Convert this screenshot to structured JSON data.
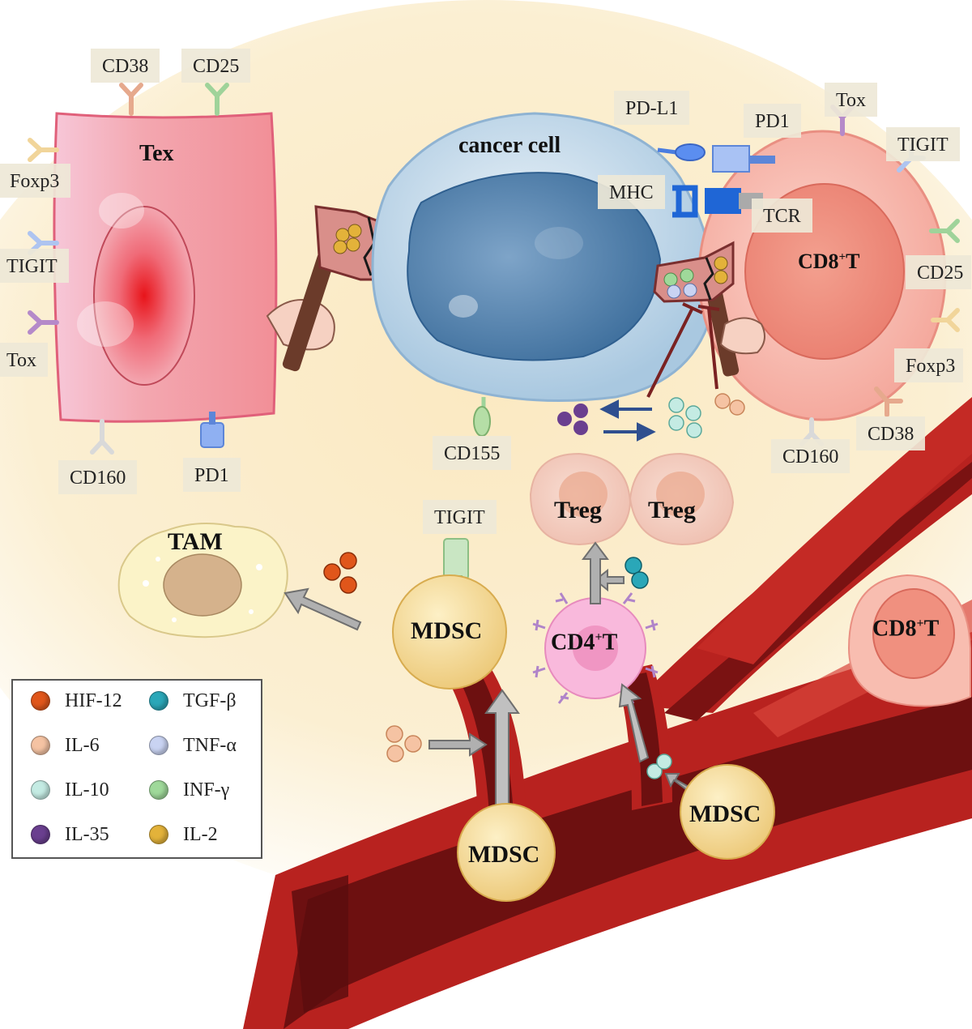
{
  "colors": {
    "background": "#fbefd2",
    "tex_cell": "#f3a0a8",
    "cancer_cell": "#c9dcea",
    "cd8_cell": "#f6b3a8",
    "vessel": "#b0201e",
    "vessel_inner": "#6a0f10",
    "mdsc": "#f3dd9c",
    "treg": "#f3cfc2",
    "cd4": "#f7a9d3"
  },
  "cells": {
    "tex": "Tex",
    "cancer": "cancer cell",
    "cd8_main": {
      "base": "CD8",
      "sup": "+",
      "suffix": "T"
    },
    "cd8_vessel": {
      "base": "CD8",
      "sup": "+",
      "suffix": "T"
    },
    "treg_1": "Treg",
    "treg_2": "Treg",
    "tam": "TAM",
    "mdsc_1": "MDSC",
    "mdsc_2": "MDSC",
    "mdsc_3": "MDSC",
    "cd4": {
      "base": "CD4",
      "sup": "+",
      "suffix": "T"
    }
  },
  "markers": {
    "tex_cd38": "CD38",
    "tex_cd25": "CD25",
    "tex_foxp3": "Foxp3",
    "tex_tigit": "TIGIT",
    "tex_tox": "Tox",
    "tex_cd160": "CD160",
    "tex_pd1": "PD1",
    "pdl1": "PD-L1",
    "pd1": "PD1",
    "mhc": "MHC",
    "tcr": "TCR",
    "cd8_tox": "Tox",
    "cd8_tigit": "TIGIT",
    "cd8_cd25": "CD25",
    "cd8_foxp3": "Foxp3",
    "cd8_cd38": "CD38",
    "cd8_cd160": "CD160",
    "cd155": "CD155",
    "mdsc_tigit": "TIGIT"
  },
  "legend": [
    {
      "name": "HIF-12",
      "color": "#e0561b"
    },
    {
      "name": "TGF-β",
      "color": "#2aa7b8"
    },
    {
      "name": "IL-6",
      "color": "#f5c3a3"
    },
    {
      "name": "TNF-α",
      "color": "#c9d3f2"
    },
    {
      "name": "IL-10",
      "color": "#c4ebe3"
    },
    {
      "name": "INF-γ",
      "color": "#9fd99a"
    },
    {
      "name": "IL-35",
      "color": "#6a3f8f"
    },
    {
      "name": "IL-2",
      "color": "#e3b23a"
    }
  ]
}
